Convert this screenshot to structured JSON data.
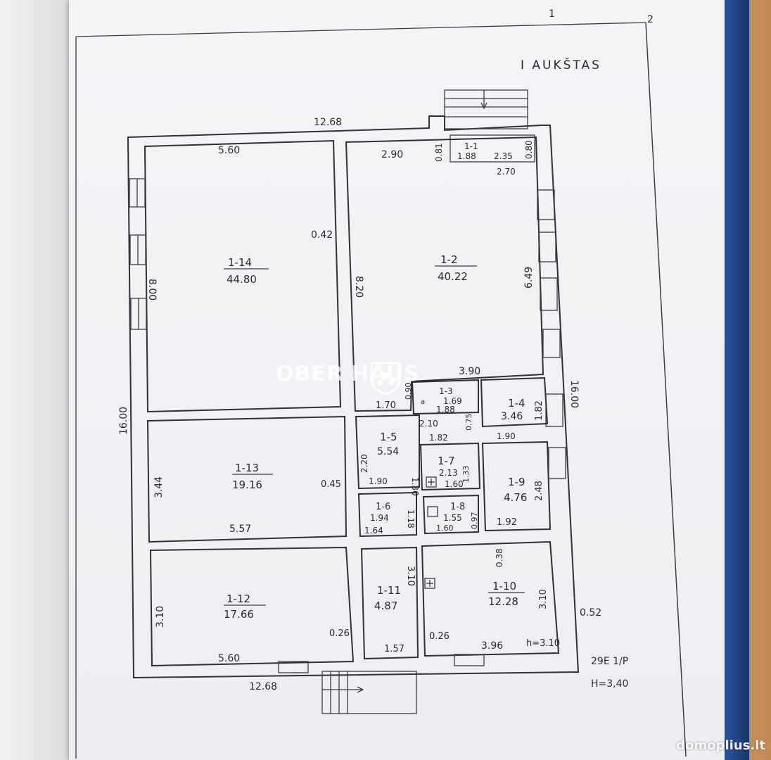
{
  "sheet": {
    "page_number": "2",
    "corner_mark": "1",
    "floor_title": "I AUKŠTAS",
    "note_code": "29E 1/P",
    "note_height": "H=3,40"
  },
  "outer_dims": {
    "top_width": "12.68",
    "bottom_width": "12.68",
    "left_height": "16.00",
    "right_height": "16.00",
    "right_offset": "0.52"
  },
  "rooms": [
    {
      "id": "1-14",
      "area": "44.80"
    },
    {
      "id": "1-2",
      "area": "40.22"
    },
    {
      "id": "1-1",
      "area": ""
    },
    {
      "id": "1-3",
      "area": ""
    },
    {
      "id": "1-4",
      "area": "3.46"
    },
    {
      "id": "1-5",
      "area": "5.54"
    },
    {
      "id": "1-7",
      "area": "2.13"
    },
    {
      "id": "1-9",
      "area": "4.76"
    },
    {
      "id": "1-13",
      "area": "19.16"
    },
    {
      "id": "1-6",
      "area": "1.94"
    },
    {
      "id": "1-8",
      "area": "1.55"
    },
    {
      "id": "1-12",
      "area": "17.66"
    },
    {
      "id": "1-11",
      "area": "4.87"
    },
    {
      "id": "1-10",
      "area": "12.28"
    }
  ],
  "dims": {
    "r14_top": "5.60",
    "r14_left": "8.00",
    "r14_right": "0.42",
    "r2_top": "2.90",
    "r2_left": "8.20",
    "r2_right": "6.49",
    "r2_bottom": "3.90",
    "r1_left": "0.81",
    "r1_w": "1.88",
    "r1_w2": "2.35",
    "r1_right": "0.80",
    "r1_bottom": "2.70",
    "r3_left": "0.90",
    "r3_w": "1.69",
    "r3_w2": "1.88",
    "r3_a": "a",
    "r5_top": "1.70",
    "r5_right": "2.10",
    "r5_left": "2.20",
    "r5_inner": "1.30",
    "r5_bottom": "1.90",
    "r7_top": "1.82",
    "r7_mid": "0.75",
    "r7_right": "1.33",
    "r7_bottom": "1.60",
    "r4_right": "1.82",
    "r4_bottom": "1.90",
    "r9_right": "2.48",
    "r9_bottom": "1.92",
    "r13_left": "3.44",
    "r13_right": "0.45",
    "r13_bottom": "5.57",
    "r6_bottom": "1.64",
    "r6_right": "1.18",
    "r8_bottom": "1.60",
    "r8_right": "0.97",
    "r12_left": "3.10",
    "r12_right": "0.26",
    "r12_bottom": "5.60",
    "r11_right": "3.10",
    "r11_bottom": "1.57",
    "r10_top": "0.38",
    "r10_right": "3.10",
    "r10_left": "0.26",
    "r10_bottom": "3.96",
    "r10_h": "h=3.10"
  },
  "watermark": {
    "text": "OBER HAUS"
  },
  "site": {
    "mark": "domoplius.lt"
  },
  "colors": {
    "ink": "#2f2f35",
    "paper": "#eef0f3",
    "binder": "#2a5aa5"
  }
}
